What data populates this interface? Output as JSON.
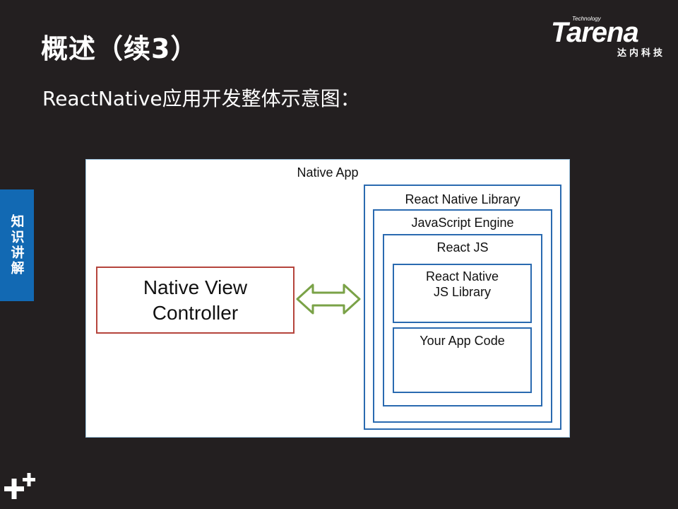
{
  "slide": {
    "title": "概述（续3）",
    "subtitle": "ReactNative应用开发整体示意图："
  },
  "logo": {
    "tagline": "Technology",
    "wordmark": "Tarena",
    "chinese": "达内科技"
  },
  "side_tab": {
    "label": "知识讲解",
    "color": "#1269b3"
  },
  "diagram": {
    "outer_label": "Native App",
    "native_view_controller": "Native View Controller",
    "react_native_library": "React Native Library",
    "javascript_engine": "JavaScript Engine",
    "react_js": "React JS",
    "react_native_js_library": "React Native JS Library",
    "your_app_code": "Your App Code",
    "colors": {
      "box_border": "#2a6ab0",
      "controller_border": "#b5443c",
      "arrow": "#7aa247"
    }
  },
  "footer": {
    "icon": "plus-plus-icon"
  }
}
